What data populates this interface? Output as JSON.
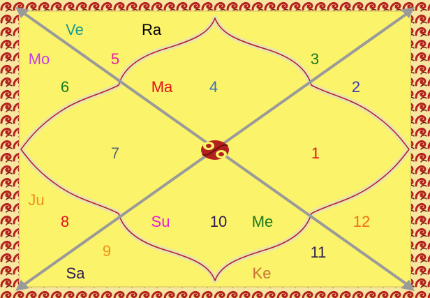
{
  "chart": {
    "colors": {
      "background": "#fbf36a",
      "border_red": "#b3201e",
      "border_dark": "#6b1210",
      "diagonal": "#9a9a9a",
      "curve": "#b32121",
      "center_knot": "#b3201e"
    },
    "houses": [
      {
        "number": "1",
        "color": "#e0141a"
      },
      {
        "number": "2",
        "color": "#3a3ab0"
      },
      {
        "number": "3",
        "color": "#1a7a1a"
      },
      {
        "number": "4",
        "color": "#3a6fb8"
      },
      {
        "number": "5",
        "color": "#e61e9f"
      },
      {
        "number": "6",
        "color": "#1a7a1a"
      },
      {
        "number": "7",
        "color": "#5a6a6a"
      },
      {
        "number": "8",
        "color": "#e0141a"
      },
      {
        "number": "9",
        "color": "#f0901a"
      },
      {
        "number": "10",
        "color": "#2a1a50"
      },
      {
        "number": "11",
        "color": "#2a1a50"
      },
      {
        "number": "12",
        "color": "#f0701a"
      }
    ],
    "planets": [
      {
        "name": "Ve",
        "color": "#1a9a8a"
      },
      {
        "name": "Ra",
        "color": "#000000"
      },
      {
        "name": "Mo",
        "color": "#c040e0"
      },
      {
        "name": "Ma",
        "color": "#e0141a"
      },
      {
        "name": "Ju",
        "color": "#f0901a"
      },
      {
        "name": "Su",
        "color": "#e61ed8"
      },
      {
        "name": "Me",
        "color": "#1a7a1a"
      },
      {
        "name": "Sa",
        "color": "#2a1a50"
      },
      {
        "name": "Ke",
        "color": "#c8703a"
      }
    ]
  }
}
